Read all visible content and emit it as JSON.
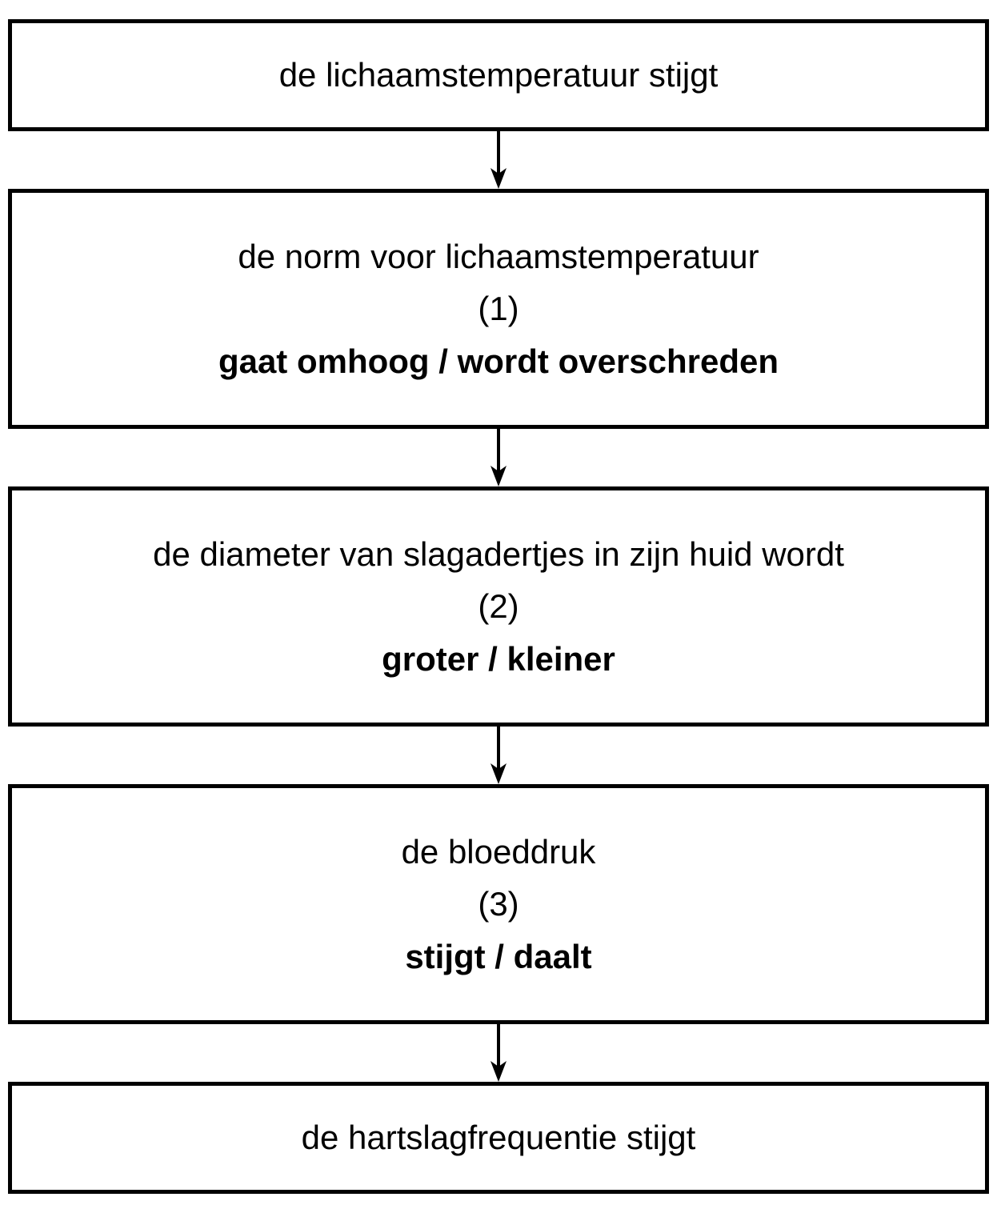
{
  "diagram": {
    "type": "flowchart",
    "direction": "top-down",
    "colors": {
      "background": "#ffffff",
      "box_fill": "#ffffff",
      "box_border": "#000000",
      "text": "#000000",
      "arrow": "#000000"
    },
    "boxes": [
      {
        "id": 1,
        "label": "de lichaamstemperatuur stijgt"
      },
      {
        "id": 2,
        "label": "de norm voor lichaamstemperatuur",
        "number": "(1)",
        "answer": "gaat omhoog / wordt overschreden"
      },
      {
        "id": 3,
        "label": "de diameter van slagadertjes in zijn huid wordt",
        "number": "(2)",
        "answer": "groter / kleiner"
      },
      {
        "id": 4,
        "label": "de bloeddruk",
        "number": "(3)",
        "answer": "stijgt / daalt"
      },
      {
        "id": 5,
        "label": "de hartslagfrequentie stijgt"
      }
    ],
    "connectors": [
      {
        "from": 1,
        "to": 2,
        "style": "down-arrow"
      },
      {
        "from": 2,
        "to": 3,
        "style": "down-arrow"
      },
      {
        "from": 3,
        "to": 4,
        "style": "down-arrow"
      },
      {
        "from": 4,
        "to": 5,
        "style": "down-arrow"
      }
    ]
  }
}
